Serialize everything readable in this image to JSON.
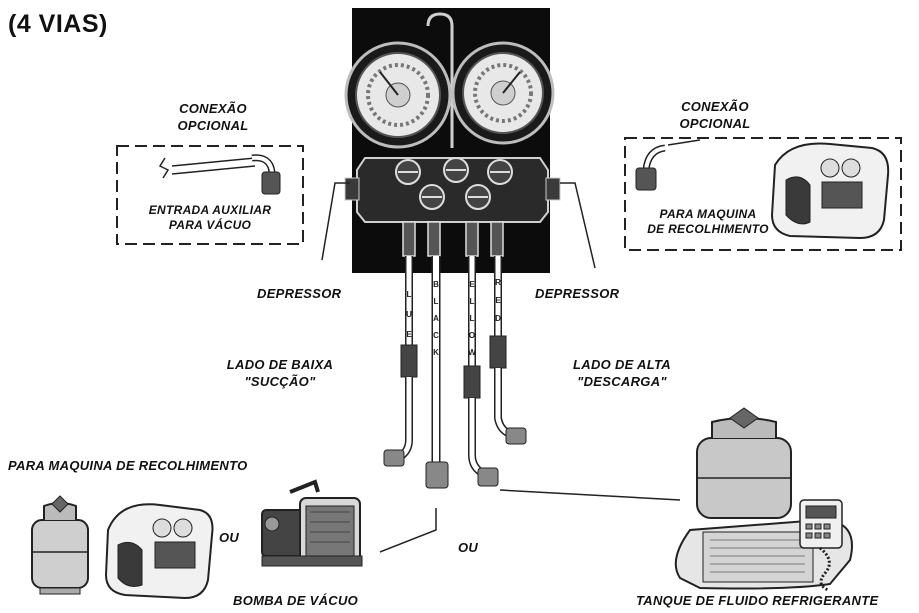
{
  "title": "(4 VIAS)",
  "left_box": {
    "heading_line1": "CONEXÃO",
    "heading_line2": "OPCIONAL",
    "caption_line1": "ENTRADA AUXILIAR",
    "caption_line2": "PARA VÁCUO"
  },
  "right_box": {
    "heading_line1": "CONEXÃO",
    "heading_line2": "OPCIONAL",
    "caption_line1": "PARA MAQUINA",
    "caption_line2": "DE RECOLHIMENTO"
  },
  "depressor_left": "DEPRESSOR",
  "depressor_right": "DEPRESSOR",
  "low_side": {
    "line1": "LADO DE BAIXA",
    "line2": "\"SUCÇÃO\""
  },
  "high_side": {
    "line1": "LADO DE ALTA",
    "line2": "\"DESCARGA\""
  },
  "recovery_machine": "PARA MAQUINA DE RECOLHIMENTO",
  "ou_left": "OU",
  "ou_center": "OU",
  "vacuum_pump": "BOMBA DE VÁCUO",
  "refrigerant_tank": "TANQUE DE FLUIDO REFRIGERANTE",
  "hose_blue_letters": [
    "L",
    "U",
    "E"
  ],
  "hose_black_letters": [
    "B",
    "L",
    "A",
    "C",
    "K"
  ],
  "hose_yellow_letters": [
    "E",
    "L",
    "L",
    "O",
    "W"
  ],
  "hose_red_letters": [
    "R",
    "E",
    "D"
  ]
}
